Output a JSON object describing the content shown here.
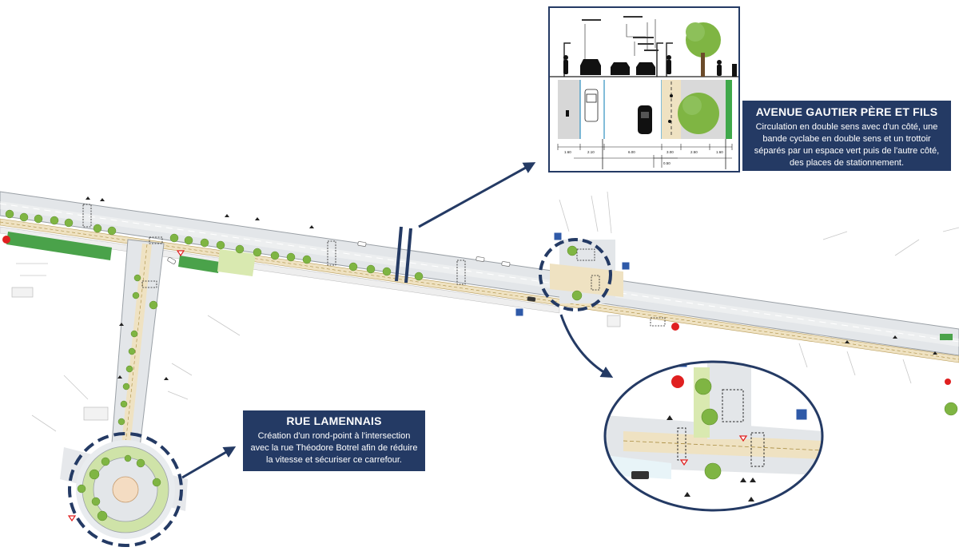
{
  "avenue_callout": {
    "title": "AVENUE GAUTIER PÈRE ET FILS",
    "description": "Circulation en double sens avec d'un côté, une bande cyclabe en double sens et un trottoir séparés par un espace vert puis de l'autre côté, des places de stationnement."
  },
  "rue_callout": {
    "title": "RUE LAMENNAIS",
    "description": "Création d'un rond-point à l'intersection avec la rue Théodore Botrel afin de réduire la vitesse et sécuriser ce carrefour."
  },
  "cross_section": {
    "dimensions": [
      "1.60",
      "2.10",
      "6.00",
      "3.00",
      "2.50",
      "1.60"
    ],
    "extra_dimension": "0.50"
  },
  "colors": {
    "callout_bg": "#243a64",
    "road": "#d4d7da",
    "cycle_lane": "#efe2c2",
    "green_strip": "#4aa24a",
    "tree": "#6aa93a",
    "sign_blue": "#2f5aa8",
    "sign_red": "#e02020"
  }
}
